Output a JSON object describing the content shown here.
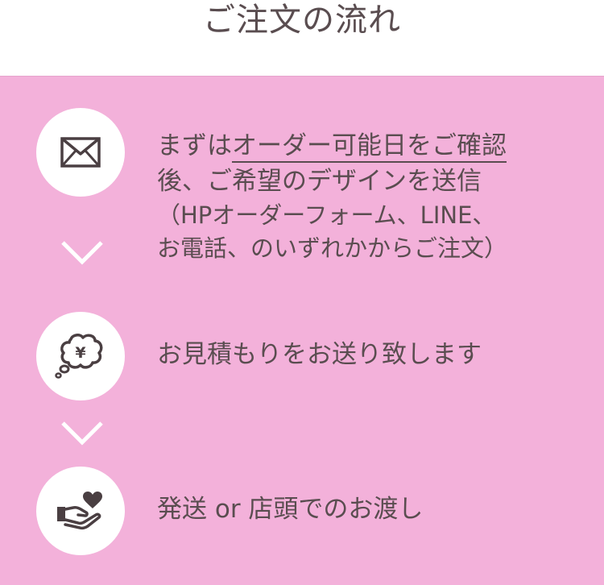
{
  "header": {
    "title": "ご注文の流れ"
  },
  "steps": [
    {
      "icon": "mail-icon",
      "pre": "まずは",
      "link": "オーダー可能日をご確認",
      "line2": "後、ご希望のデザインを送信",
      "line3": "（HPオーダーフォーム、LINE、",
      "line4": "お電話、のいずれかからご注文）"
    },
    {
      "icon": "yen-speech-bubble-icon",
      "text": "お見積もりをお送り致します"
    },
    {
      "icon": "hand-heart-icon",
      "text": "発送 or 店頭でのお渡し"
    }
  ],
  "colors": {
    "panel": "#f3b1da",
    "text": "#5a4d50",
    "icon": "#4a3f42",
    "chevron": "#ffffff"
  }
}
